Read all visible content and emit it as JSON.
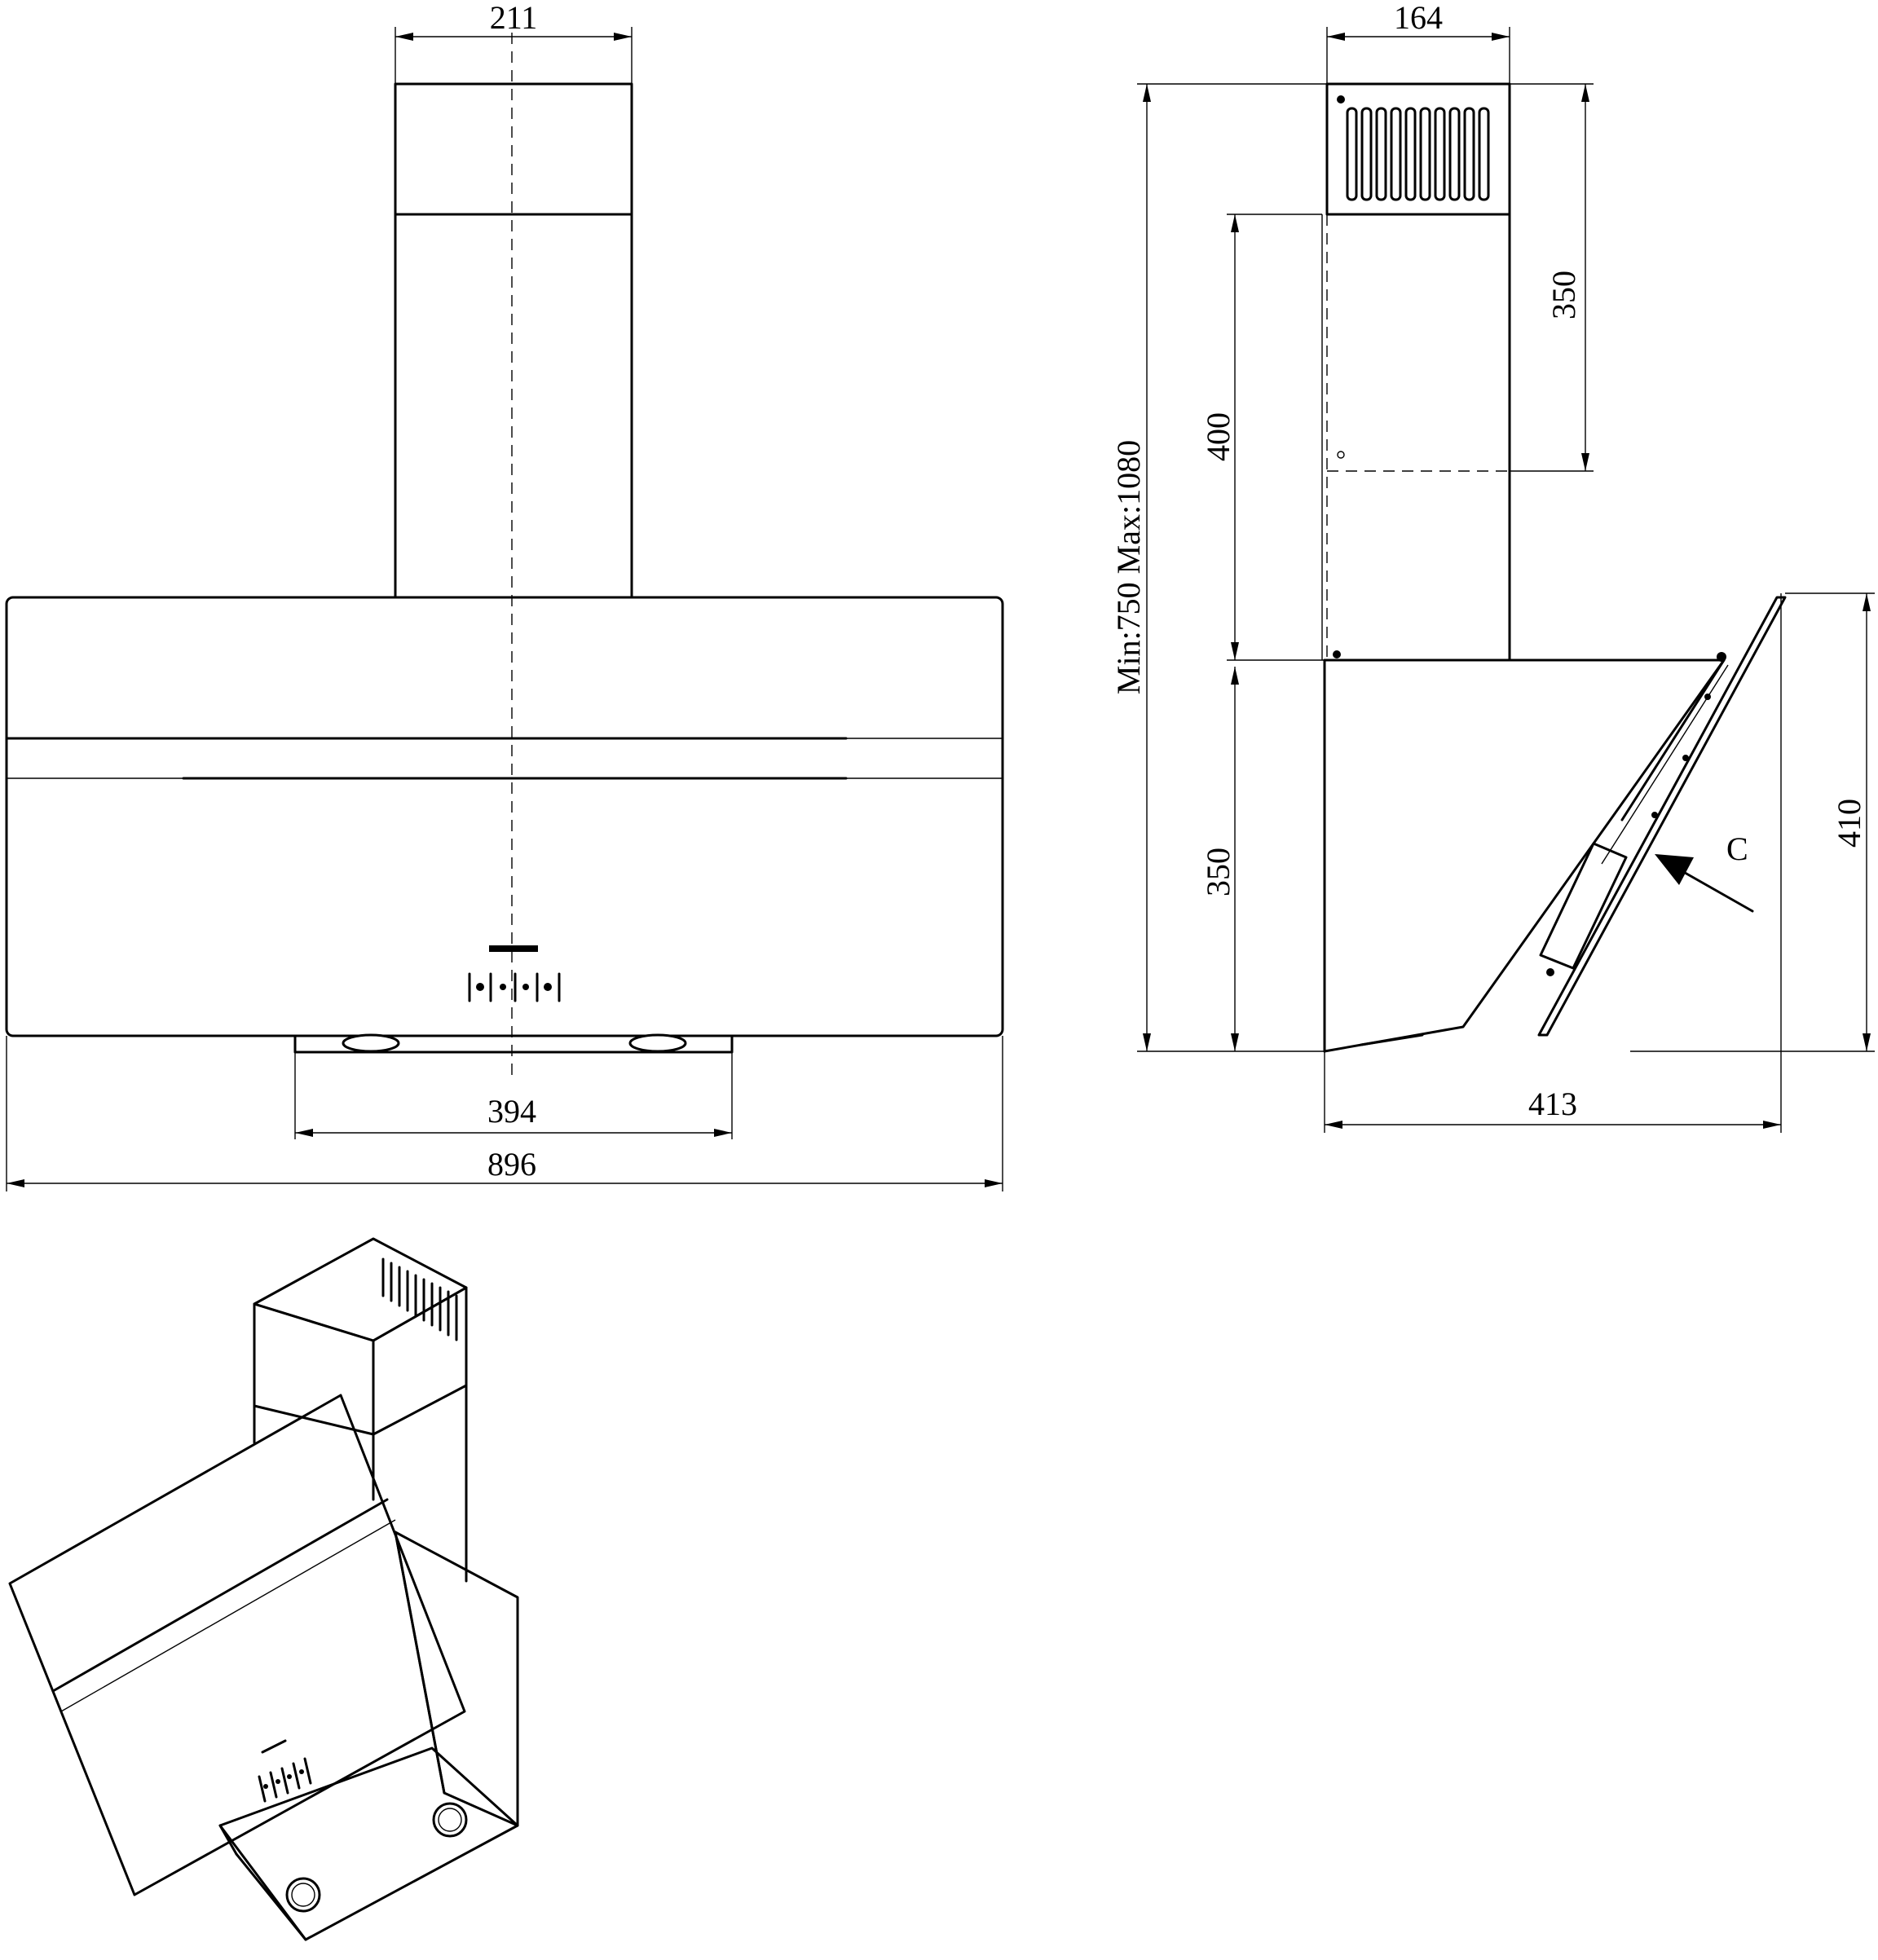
{
  "front_view": {
    "chimney_width": "211",
    "canopy_width": "896",
    "bottom_width": "394"
  },
  "side_view": {
    "chimney_depth": "164",
    "upper_chimney_height": "350",
    "lower_chimney_height": "400",
    "total_height": "Min:750  Max:1080",
    "body_height": "350",
    "glass_height": "410",
    "total_depth": "413",
    "view_marker": "C"
  },
  "icons": [
    "control-panel-icon",
    "halogen-lamp-icon",
    "ventilation-grille-icon"
  ]
}
